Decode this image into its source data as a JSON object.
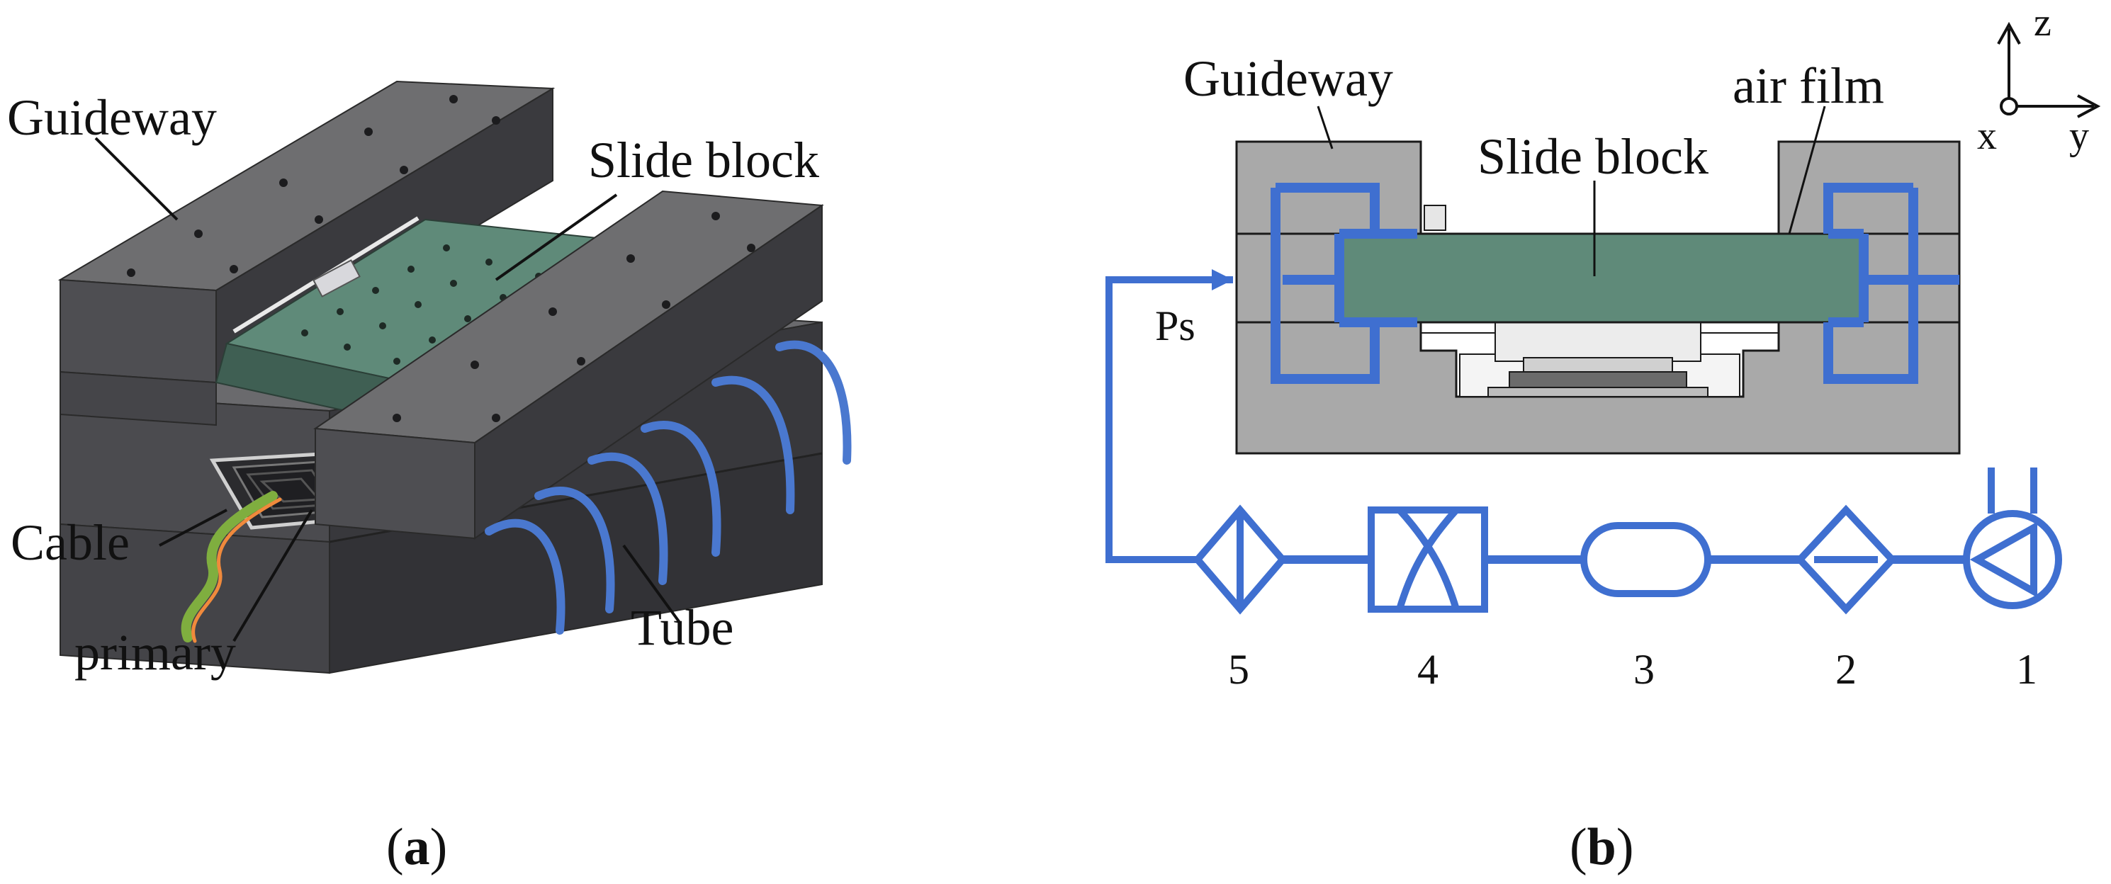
{
  "panel_a": {
    "labels": {
      "guideway": "Guideway",
      "slide_block": "Slide block",
      "cable": "Cable",
      "primary": "primary",
      "tube": "Tube"
    },
    "caption": {
      "open": "(",
      "letter": "a",
      "close": ")"
    }
  },
  "panel_b": {
    "labels": {
      "guideway": "Guideway",
      "air_film": "air film",
      "slide_block": "Slide block",
      "ps": "Ps"
    },
    "axes": {
      "z": "z",
      "y": "y",
      "x": "x"
    },
    "components": [
      "5",
      "4",
      "3",
      "2",
      "1"
    ],
    "caption": {
      "open": "(",
      "letter": "b",
      "close": ")"
    }
  },
  "colors": {
    "pneumatic_line": "#3f6fd0",
    "slide_block": "#5f8a79",
    "guideway_top": "#6b6b6d",
    "guideway_side": "#3d3d40",
    "housing_grey": "#a9a9a9",
    "cable_green": "#7fae3f",
    "cable_orange": "#f08a3c"
  }
}
